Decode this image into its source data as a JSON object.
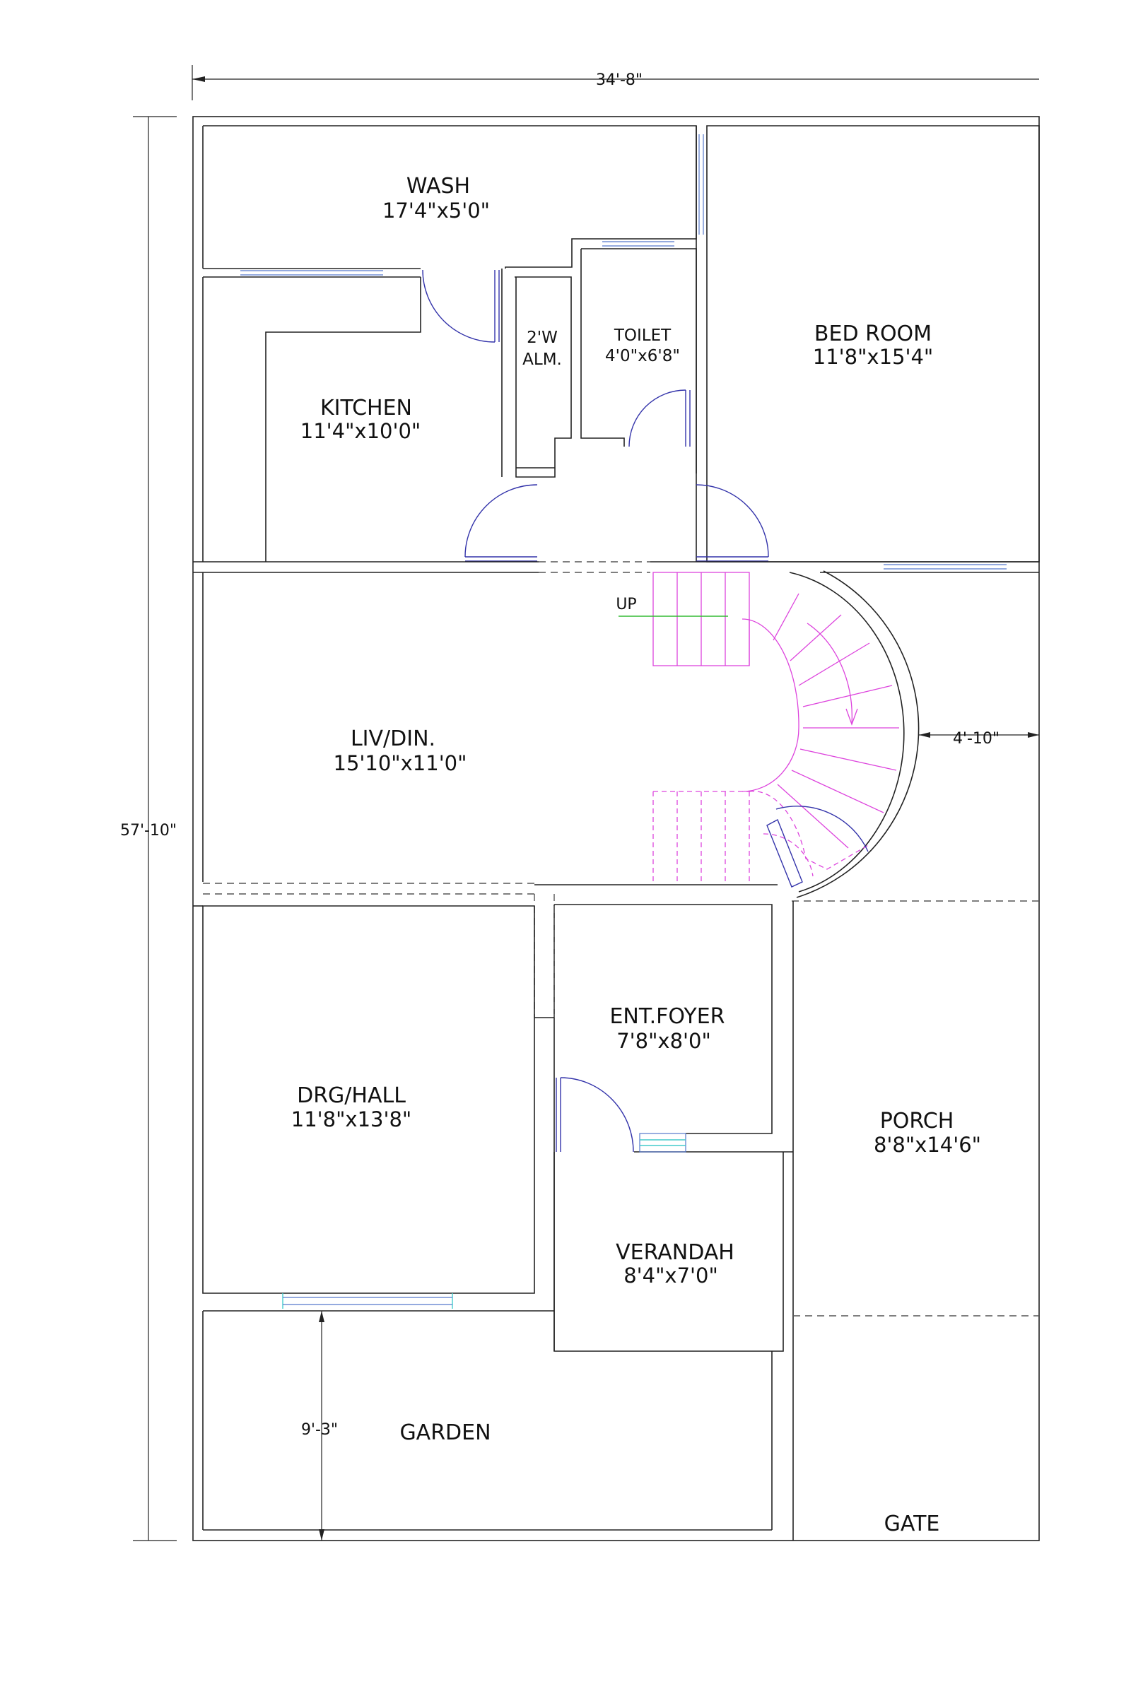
{
  "dimensions": {
    "overall_width": "34'-8\"",
    "overall_depth": "57'-10\"",
    "side_setback": "4'-10\"",
    "garden_depth": "9'-3\""
  },
  "rooms": {
    "wash": {
      "name": "WASH",
      "size": "17'4\"x5'0\""
    },
    "bedroom": {
      "name": "BED ROOM",
      "size": "11'8\"x15'4\""
    },
    "toilet": {
      "name": "TOILET",
      "size": "4'0\"x6'8\""
    },
    "almirah": {
      "name": "2'W",
      "size": "ALM."
    },
    "kitchen": {
      "name": "KITCHEN",
      "size": "11'4\"x10'0\""
    },
    "living": {
      "name": "LIV/DIN.",
      "size": "15'10\"x11'0\""
    },
    "foyer": {
      "name": "ENT.FOYER",
      "size": "7'8\"x8'0\""
    },
    "drawing": {
      "name": "DRG/HALL",
      "size": "11'8\"x13'8\""
    },
    "porch": {
      "name": "PORCH",
      "size": "8'8\"x14'6\""
    },
    "verandah": {
      "name": "VERANDAH",
      "size": "8'4\"x7'0\""
    },
    "garden": {
      "name": "GARDEN"
    },
    "gate": {
      "name": "GATE"
    }
  },
  "stair": {
    "label": "UP"
  }
}
